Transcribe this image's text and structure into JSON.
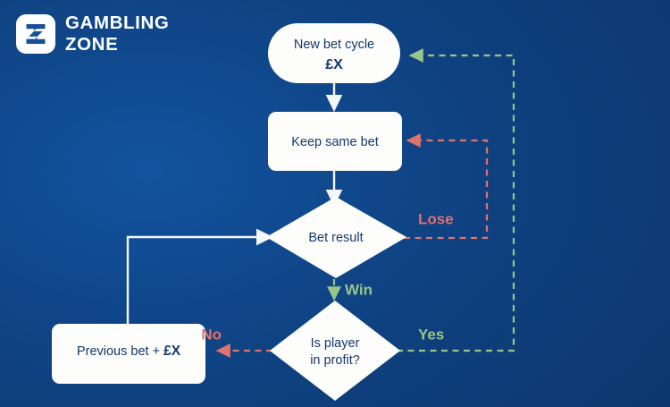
{
  "brand": {
    "mark_icon": "gambling-zone-z-logo-icon",
    "line1": "GAMBLING",
    "line2": "ZONE"
  },
  "colors": {
    "background_top": "#12539f",
    "background_bottom": "#0c3468",
    "node_fill": "#fdfdfb",
    "node_text": "#15386b",
    "accent_lose": "#e0736c",
    "accent_win": "#9ac48a",
    "edge_solid": "#f4f6f8"
  },
  "chart_data": {
    "type": "diagram",
    "title": "Martingale-style betting loop flowchart",
    "nodes": [
      {
        "id": "new-bet-cycle",
        "shape": "stadium",
        "line1": "New bet cycle",
        "line2": "£X"
      },
      {
        "id": "keep-same-bet",
        "shape": "rounded-rect",
        "line1": "Keep same bet",
        "line2": ""
      },
      {
        "id": "bet-result",
        "shape": "diamond",
        "line1": "Bet result",
        "line2": ""
      },
      {
        "id": "is-player-in-profit",
        "shape": "diamond",
        "line1": "Is player",
        "line2": "in profit?"
      },
      {
        "id": "previous-bet-plus",
        "shape": "rounded-rect",
        "line1": "Previous bet + ",
        "line2": "£X"
      }
    ],
    "edges": [
      {
        "from": "new-bet-cycle",
        "to": "keep-same-bet",
        "label": "",
        "style": "solid-white"
      },
      {
        "from": "keep-same-bet",
        "to": "bet-result",
        "label": "",
        "style": "solid-white"
      },
      {
        "from": "bet-result",
        "to": "keep-same-bet",
        "label": "Lose",
        "style": "dashed-red"
      },
      {
        "from": "bet-result",
        "to": "is-player-in-profit",
        "label": "Win",
        "style": "dashed-green"
      },
      {
        "from": "is-player-in-profit",
        "to": "previous-bet-plus",
        "label": "No",
        "style": "dashed-red"
      },
      {
        "from": "is-player-in-profit",
        "to": "new-bet-cycle",
        "label": "Yes",
        "style": "dashed-green"
      },
      {
        "from": "previous-bet-plus",
        "to": "bet-result",
        "label": "",
        "style": "solid-white"
      }
    ],
    "labels": {
      "lose": "Lose",
      "win": "Win",
      "no": "No",
      "yes": "Yes"
    }
  }
}
